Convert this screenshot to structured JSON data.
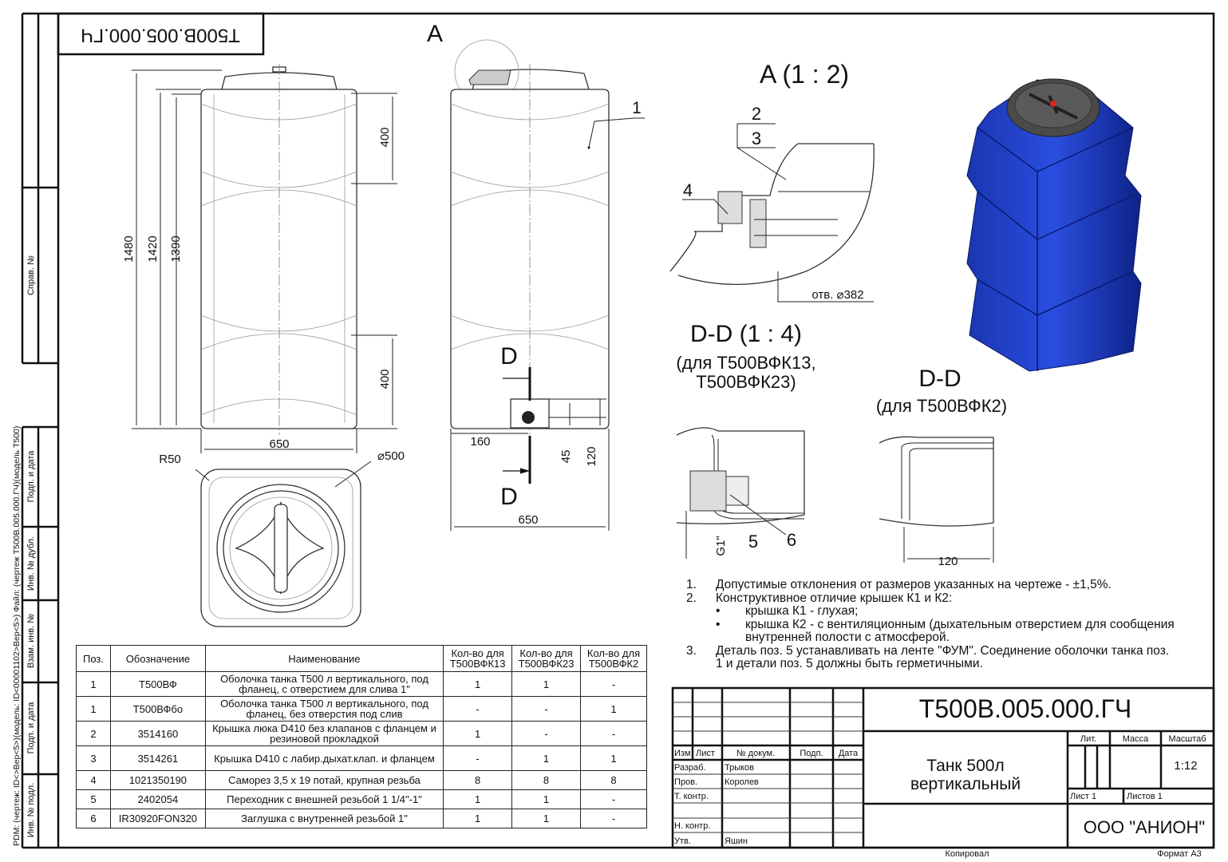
{
  "frame": {
    "inverted_code": "Т500В.005.000.ГЧ",
    "pdm_text": "PDM: (чертеж: ID<>Вер<5>)(модель: ID<00001102>Вер<5>) Файл: (чертеж Т500В.005.000.ГЧ)(модель Т500)",
    "side_labels": [
      "Справ. №",
      "Подп. и дата",
      "Инв. № дубл.",
      "Взам. инв. №",
      "Подп. и дата",
      "Инв. № подл."
    ]
  },
  "front_view": {
    "dims": {
      "h1": "1480",
      "h2": "1420",
      "h3": "1390",
      "top": "400",
      "bottom": "400",
      "width": "650"
    }
  },
  "side_view": {
    "view_label": "A",
    "pos_label": "1",
    "section_top": "D",
    "section_bottom": "D",
    "dims": {
      "d160": "160",
      "d45": "45",
      "d120": "120",
      "width": "650"
    }
  },
  "top_view": {
    "radius": "R50",
    "diameter": "⌀500"
  },
  "detail_a": {
    "title": "A  (1 : 2)",
    "pos2": "2",
    "pos3": "3",
    "pos4": "4",
    "hole": "отв. ⌀382"
  },
  "section_dd1": {
    "title": "D-D  (1 : 4)",
    "subtitle1": "(для Т500ВФК13,",
    "subtitle2": "Т500ВФК23)",
    "thread": "G1\"",
    "pos5": "5",
    "pos6": "6"
  },
  "section_dd2": {
    "title": "D-D",
    "subtitle": "(для Т500ВФК2)",
    "dim": "120"
  },
  "colors": {
    "tank_blue": "#1f3fbf",
    "tank_dark": "#0d2080",
    "lid": "#555555"
  },
  "notes": {
    "items": [
      {
        "num": "1.",
        "text": "Допустимые отклонения от размеров указанных на чертеже - ±1,5%."
      },
      {
        "num": "2.",
        "text": "Конструктивное отличие крышек К1 и К2:"
      },
      {
        "num": "3.",
        "text": "Деталь поз. 5 устанавливать на ленте \"ФУМ\". Соединение оболочки танка поз. 1 и детали поз. 5 должны быть герметичными."
      }
    ],
    "bullets": [
      {
        "mark": "•",
        "text": "крышка К1 - глухая;"
      },
      {
        "mark": "•",
        "text": "крышка К2 - с вентиляционным (дыхательным отверстием для сообщения внутренней полости с атмосферой."
      }
    ]
  },
  "spec_table": {
    "headers": [
      "Поз.",
      "Обозначение",
      "Наименование",
      "Кол-во для Т500ВФК13",
      "Кол-во для Т500ВФК23",
      "Кол-во для Т500ВФК2"
    ],
    "rows": [
      [
        "1",
        "Т500ВФ",
        "Оболочка танка Т500 л вертикального, под фланец, с отверстием для слива 1\"",
        "1",
        "1",
        "-"
      ],
      [
        "1",
        "Т500ВФбо",
        "Оболочка танка Т500 л вертикального, под фланец, без отверстия под слив",
        "-",
        "-",
        "1"
      ],
      [
        "2",
        "3514160",
        "Крышка люка D410 без клапанов с фланцем и резиновой прокладкой",
        "1",
        "-",
        "-"
      ],
      [
        "3",
        "3514261",
        "Крышка  D410 с лабир.дыхат.клап. и фланцем",
        "-",
        "1",
        "1"
      ],
      [
        "4",
        "1021350190",
        "Саморез 3,5 х 19 потай, крупная резьба",
        "8",
        "8",
        "8"
      ],
      [
        "5",
        "2402054",
        "Переходник с внешней резьбой 1 1/4\"-1\"",
        "1",
        "1",
        "-"
      ],
      [
        "6",
        "IR30920FON320",
        "Заглушка с внутренней резьбой 1\"",
        "1",
        "1",
        "-"
      ]
    ]
  },
  "title_block": {
    "code": "Т500В.005.000.ГЧ",
    "name_line1": "Танк 500л",
    "name_line2": "вертикальный",
    "col_headers": [
      "Изм",
      "Лист",
      "№ докум.",
      "Подп.",
      "Дата"
    ],
    "roles": [
      "Разраб.",
      "Пров.",
      "Т. контр.",
      "",
      "Н. контр.",
      "Утв."
    ],
    "names": [
      "Трыков",
      "Королев",
      "",
      "",
      "",
      "Яшин"
    ],
    "lit_label": "Лит.",
    "mass_label": "Масса",
    "scale_label": "Масштаб",
    "scale": "1:12",
    "sheet": "Лист 1",
    "sheets": "Листов 1",
    "company": "ООО \"АНИОН\"",
    "copied": "Копировал",
    "format": "Формат А3"
  }
}
